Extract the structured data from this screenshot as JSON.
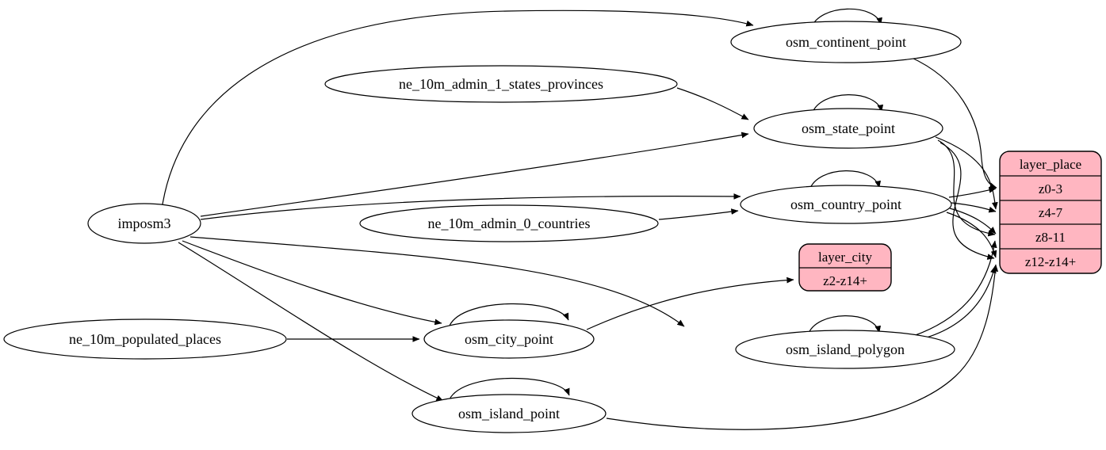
{
  "diagram": {
    "kind": "directed-graph",
    "colors": {
      "background": "#ffffff",
      "node_fill": "#ffffff",
      "layer_fill": "#ffb6c1",
      "stroke": "#000000"
    },
    "nodes": {
      "imposm3": {
        "label": "imposm3"
      },
      "ne_10m_admin_1_states_provinces": {
        "label": "ne_10m_admin_1_states_provinces"
      },
      "ne_10m_admin_0_countries": {
        "label": "ne_10m_admin_0_countries"
      },
      "ne_10m_populated_places": {
        "label": "ne_10m_populated_places"
      },
      "osm_continent_point": {
        "label": "osm_continent_point"
      },
      "osm_state_point": {
        "label": "osm_state_point"
      },
      "osm_country_point": {
        "label": "osm_country_point"
      },
      "osm_city_point": {
        "label": "osm_city_point"
      },
      "osm_island_polygon": {
        "label": "osm_island_polygon"
      },
      "osm_island_point": {
        "label": "osm_island_point"
      },
      "layer_place": {
        "title": "layer_place",
        "rows": [
          "z0-3",
          "z4-7",
          "z8-11",
          "z12-z14+"
        ]
      },
      "layer_city": {
        "title": "layer_city",
        "rows": [
          "z2-z14+"
        ]
      }
    },
    "edges": [
      {
        "from": "imposm3",
        "to": "osm_continent_point"
      },
      {
        "from": "imposm3",
        "to": "osm_state_point"
      },
      {
        "from": "imposm3",
        "to": "osm_country_point"
      },
      {
        "from": "imposm3",
        "to": "osm_city_point"
      },
      {
        "from": "imposm3",
        "to": "osm_island_polygon"
      },
      {
        "from": "imposm3",
        "to": "osm_island_point"
      },
      {
        "from": "ne_10m_admin_1_states_provinces",
        "to": "osm_state_point"
      },
      {
        "from": "ne_10m_admin_0_countries",
        "to": "osm_country_point"
      },
      {
        "from": "ne_10m_populated_places",
        "to": "osm_city_point"
      },
      {
        "from": "osm_continent_point",
        "to": "osm_continent_point",
        "self_loop": true
      },
      {
        "from": "osm_state_point",
        "to": "osm_state_point",
        "self_loop": true
      },
      {
        "from": "osm_country_point",
        "to": "osm_country_point",
        "self_loop": true
      },
      {
        "from": "osm_city_point",
        "to": "osm_city_point",
        "self_loop": true
      },
      {
        "from": "osm_island_polygon",
        "to": "osm_island_polygon",
        "self_loop": true
      },
      {
        "from": "osm_island_point",
        "to": "osm_island_point",
        "self_loop": true
      },
      {
        "from": "osm_continent_point",
        "to": "layer_place",
        "port": "z0-3"
      },
      {
        "from": "osm_country_point",
        "to": "layer_place",
        "port": "z0-3"
      },
      {
        "from": "osm_state_point",
        "to": "layer_place",
        "port": "z4-7"
      },
      {
        "from": "osm_country_point",
        "to": "layer_place",
        "port": "z4-7"
      },
      {
        "from": "osm_state_point",
        "to": "layer_place",
        "port": "z8-11"
      },
      {
        "from": "osm_country_point",
        "to": "layer_place",
        "port": "z8-11"
      },
      {
        "from": "osm_island_polygon",
        "to": "layer_place",
        "port": "z8-11"
      },
      {
        "from": "osm_state_point",
        "to": "layer_place",
        "port": "z12-z14+"
      },
      {
        "from": "osm_country_point",
        "to": "layer_place",
        "port": "z12-z14+"
      },
      {
        "from": "osm_island_polygon",
        "to": "layer_place",
        "port": "z12-z14+"
      },
      {
        "from": "osm_island_point",
        "to": "layer_place",
        "port": "z12-z14+"
      },
      {
        "from": "osm_city_point",
        "to": "layer_city",
        "port": "z2-z14+"
      }
    ]
  }
}
